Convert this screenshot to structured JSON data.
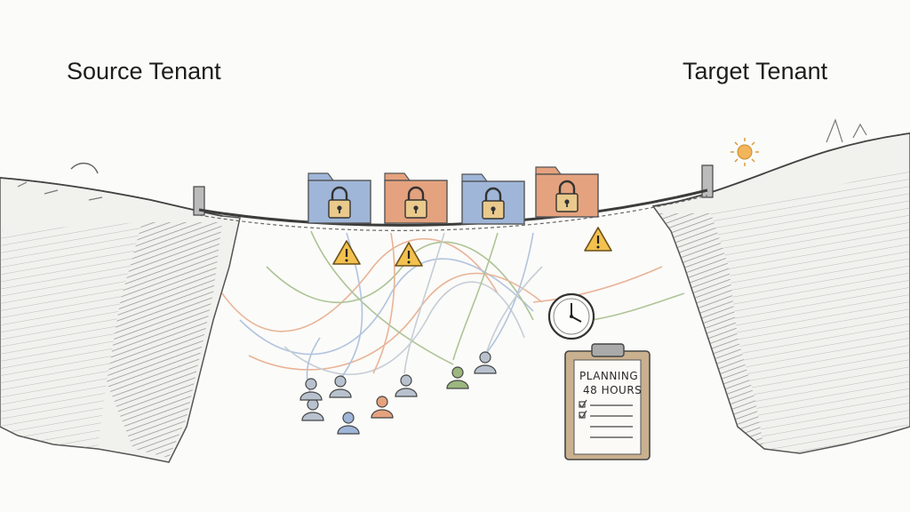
{
  "labels": {
    "source": "Source Tenant",
    "target": "Target Tenant"
  },
  "clipboard": {
    "line1": "PLANNING",
    "line2": "48 HOURS"
  },
  "colors": {
    "blue": "#9fb6d8",
    "orange": "#e5a27e",
    "green": "#9cb77f",
    "gray": "#b8c2ce",
    "warning": "#f2c14e",
    "sun": "#f2b55a"
  },
  "folders": [
    {
      "color": "blue",
      "icon": "lock-icon"
    },
    {
      "color": "orange",
      "icon": "lock-icon"
    },
    {
      "color": "blue",
      "icon": "lock-icon"
    },
    {
      "color": "orange",
      "icon": "lock-icon"
    }
  ],
  "warnings": [
    {
      "icon": "warning-icon"
    },
    {
      "icon": "warning-icon"
    },
    {
      "icon": "warning-icon"
    }
  ],
  "users": [
    {
      "color": "gray"
    },
    {
      "color": "gray"
    },
    {
      "color": "blue"
    },
    {
      "color": "orange"
    },
    {
      "color": "gray"
    },
    {
      "color": "green"
    },
    {
      "color": "gray"
    },
    {
      "color": "gray"
    }
  ],
  "clock": {
    "icon": "clock-icon"
  }
}
